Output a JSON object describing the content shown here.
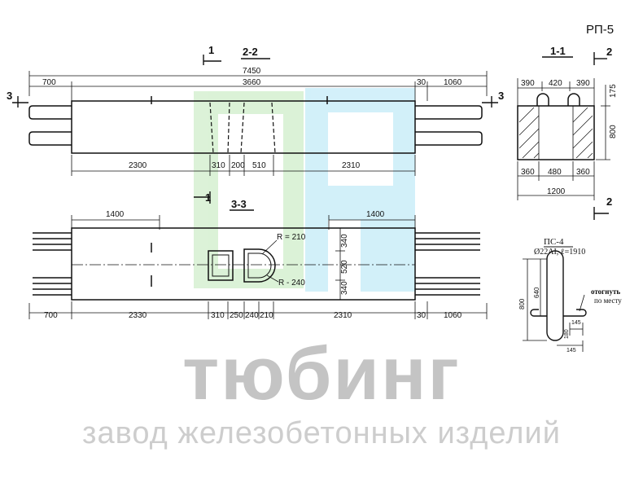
{
  "sheet": {
    "code": "РП-5"
  },
  "watermark": {
    "title": "тюбинг",
    "subtitle": "завод железобетонных изделий"
  },
  "plan_top": {
    "overall": "7450",
    "mid": "3660",
    "left_end": "700",
    "right_gap": "30",
    "right_end": "1060",
    "bottom": [
      "2300",
      "310",
      "200",
      "510",
      "2310"
    ],
    "cut_mark": "3"
  },
  "section_labels": {
    "s1": "1",
    "s2": "2-2",
    "s3": "3-3",
    "s11": "1-1",
    "s2mark": "2"
  },
  "plan_bottom": {
    "top_left": "1400",
    "top_right": "1400",
    "bottom": [
      "700",
      "2330",
      "310",
      "250",
      "240",
      "210",
      "2310",
      "30",
      "1060"
    ],
    "radius_a": "R = 210",
    "radius_b": "R - 240",
    "vert": [
      "340",
      "520",
      "340"
    ]
  },
  "cross_section": {
    "top": [
      "390",
      "420",
      "390"
    ],
    "top_right": "175",
    "height": "800",
    "bottom": [
      "360",
      "480",
      "360"
    ],
    "width": "1200"
  },
  "rebar": {
    "title": "ПС-4",
    "spec": "Ø22AI, ℓ=1910",
    "height": "800",
    "inner": "640",
    "note1": "отогнуть",
    "note2": "по месту",
    "d1": "145",
    "d2": "145",
    "d3": "180"
  }
}
